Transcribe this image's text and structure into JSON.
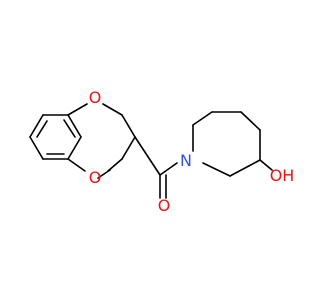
{
  "molecule": {
    "atoms": [
      {
        "id": "o1",
        "symbol": "O",
        "color": "#ff0d0d"
      },
      {
        "id": "o2",
        "symbol": "O",
        "color": "#ff0d0d"
      },
      {
        "id": "o3",
        "symbol": "O",
        "color": "#ff0d0d"
      },
      {
        "id": "n1",
        "symbol": "N",
        "color": "#3050f8"
      },
      {
        "id": "oh",
        "symbol": "OH",
        "color": "#ff0d0d"
      }
    ],
    "bond_color": "#000000"
  }
}
